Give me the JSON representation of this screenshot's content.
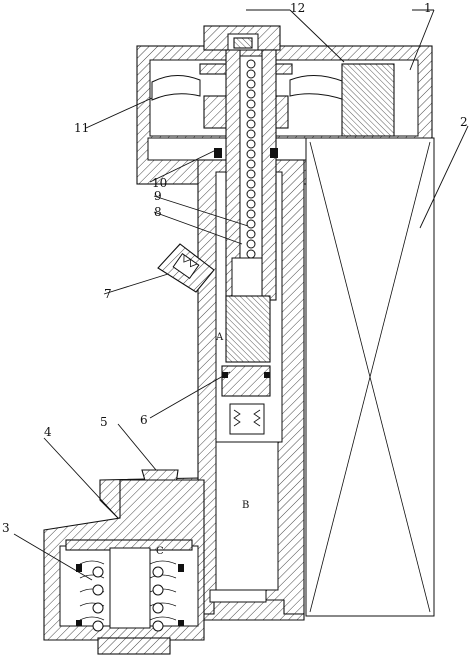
{
  "part_labels": {
    "p1": "1",
    "p2": "2",
    "p3": "3",
    "p4": "4",
    "p5": "5",
    "p6": "6",
    "p7": "7",
    "p8": "8",
    "p9": "9",
    "p10": "10",
    "p11": "11",
    "p12": "12"
  },
  "zone_labels": {
    "a": "A",
    "b": "B",
    "c": "C"
  }
}
